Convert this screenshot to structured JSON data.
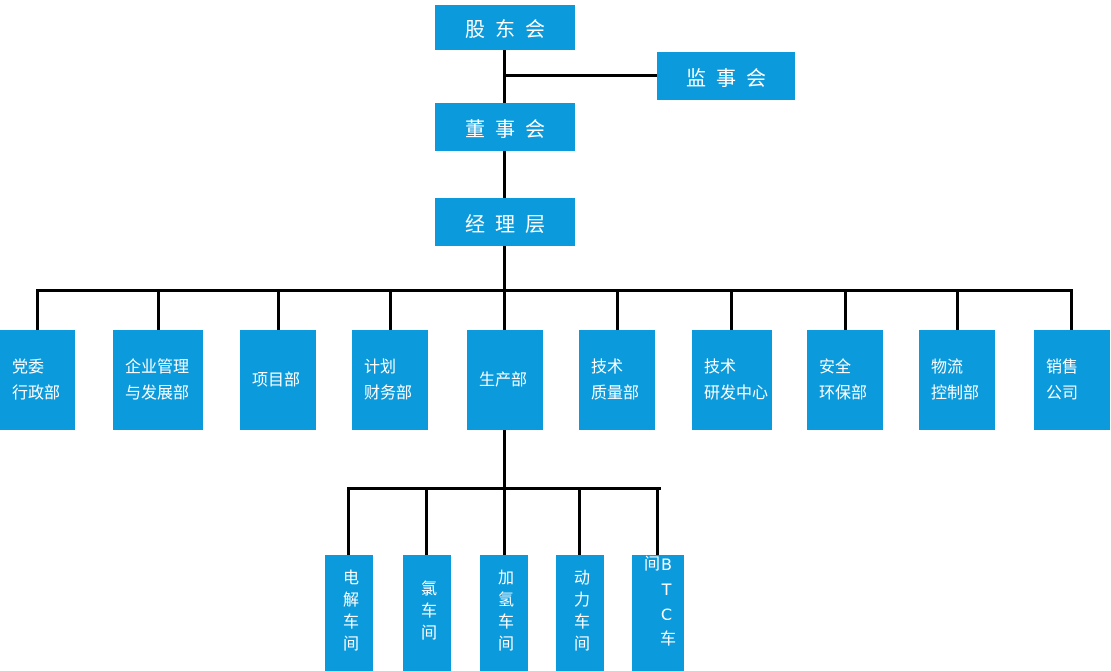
{
  "colors": {
    "node-bg": "#0b9adb",
    "node-text": "#ffffff",
    "connector": "#000000"
  },
  "org": {
    "top_nodes": {
      "shareholders": "股东会",
      "supervisory": "监事会",
      "board": "董事会",
      "management": "经理层"
    },
    "departments": [
      "党委\n行政部",
      "企业管理\n与发展部",
      "项目部",
      "计划\n财务部",
      "生产部",
      "技术\n质量部",
      "技术\n研发中心",
      "安全\n环保部",
      "物流\n控制部",
      "销售\n公司"
    ],
    "workshops": [
      "电解车间",
      "氯车间",
      "加氢车间",
      "动力车间",
      "BTC车间"
    ]
  }
}
